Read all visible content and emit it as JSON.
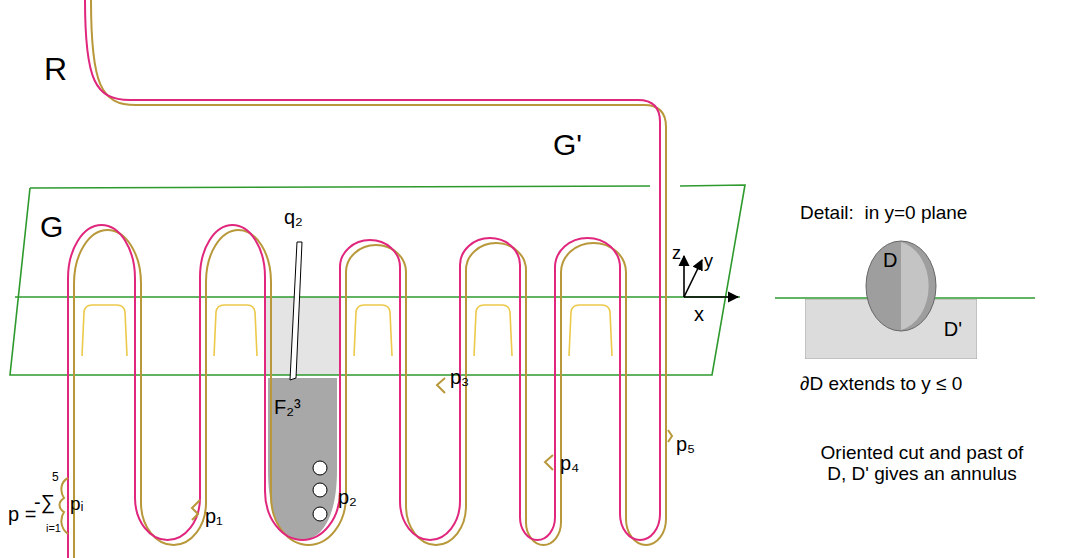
{
  "diagram": {
    "nodes": [
      {
        "text": [
          "D'"
        ]
      },
      {
        "text": [
          "D"
        ]
      }
    ],
    "labels": [
      "R",
      "G'",
      "G",
      "q₂",
      "F₂³",
      "p₂",
      "p₁",
      "p₃",
      "p₄",
      "p₅",
      "p =",
      "-∑",
      "5",
      "i=1",
      "pᵢ",
      "x",
      "y",
      "z",
      "Detail:  in y=0 plane",
      "∂D extends to y ≤ 0",
      "Oriented cut and past of D, D' gives an annulus"
    ]
  }
}
